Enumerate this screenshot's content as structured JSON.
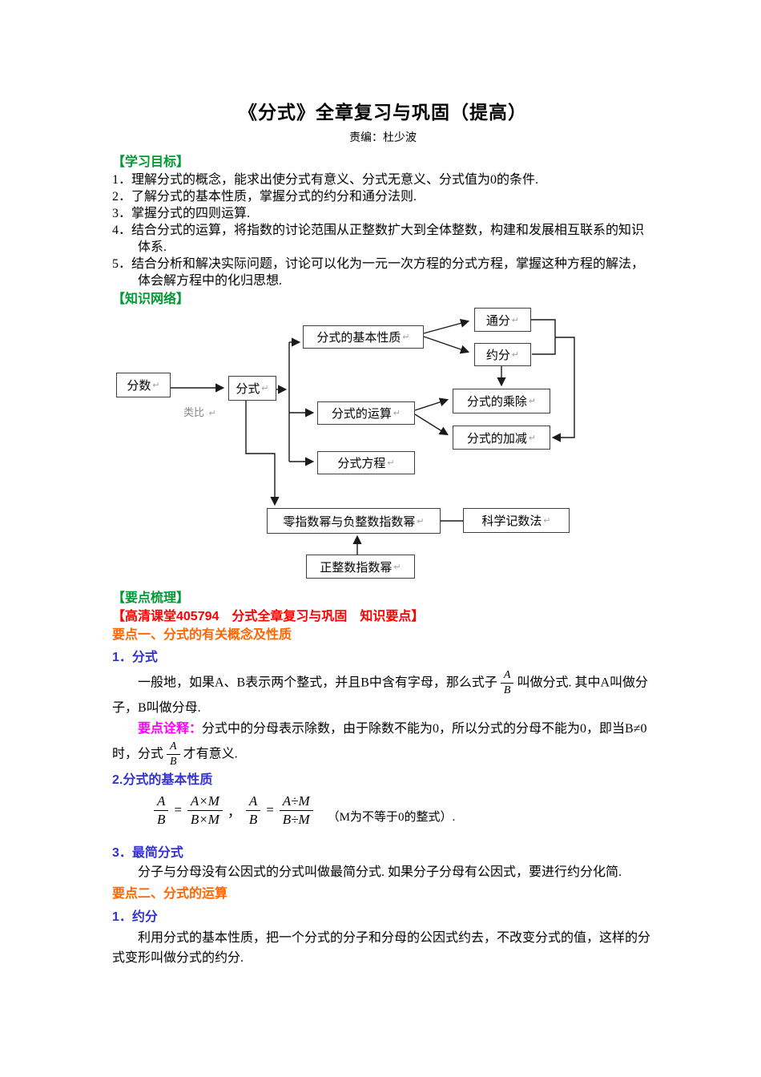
{
  "page": {
    "title": "《分式》全章复习与巩固（提高）",
    "byline": "责编：杜少波"
  },
  "headings": {
    "objectives": "【学习目标】",
    "network": "【知识网络】",
    "outline": "【要点梳理】",
    "hd_class": "【高清课堂405794　分式全章复习与巩固　知识要点】",
    "point1": "要点一、分式的有关概念及性质",
    "point1_sub1": "1．分式",
    "point1_sub2": "2.分式的基本性质",
    "point1_sub3": "3．最简分式",
    "point2": "要点二、分式的运算",
    "point2_sub1": "1．约分"
  },
  "objectives": {
    "items": [
      "1．理解分式的概念，能求出使分式有意义、分式无意义、分式值为0的条件.",
      "2．了解分式的基本性质，掌握分式的约分和通分法则.",
      "3．掌握分式的四则运算.",
      "4．结合分式的运算，将指数的讨论范围从正整数扩大到全体整数，构建和发展相互联系的知识体系.",
      "5．结合分析和解决实际问题，讨论可以化为一元一次方程的分式方程，掌握这种方程的解法，体会解方程中的化归思想."
    ]
  },
  "diagram": {
    "analogy": "类比",
    "return_mark": "↵",
    "nodes": {
      "fenshu": "分数",
      "fenshi": "分式",
      "basic": "分式的基本性质",
      "tongfen": "通分",
      "yuefen": "约分",
      "yunsuan": "分式的运算",
      "chengchu": "分式的乘除",
      "jiajian": "分式的加减",
      "fangcheng": "分式方程",
      "zhishumi": "零指数幂与负整数指数幂",
      "kexue": "科学记数法",
      "zhengzhengshu": "正整数指数幂"
    }
  },
  "concept": {
    "p1_before": "一般地，如果A、B表示两个整式，并且B中含有字母，那么式子",
    "p1_after": "叫做分式. 其中A叫做分子，B叫做分母.",
    "annotation_label": "要点诠释：",
    "annotation_line1": "分式中的分母表示除数，由于除数不能为0，所以分式的分母不能为0，即",
    "annotation_line2_before": "当B≠0时，分式",
    "annotation_line2_after": "才有意义."
  },
  "math": {
    "AB": {
      "num": "A",
      "den": "B"
    },
    "mulM": {
      "num": "A×M",
      "den": "B×M"
    },
    "divM": {
      "num": "A÷M",
      "den": "B÷M"
    },
    "equals": "=",
    "comma": "，",
    "note": "（M为不等于0的整式）."
  },
  "simplest": {
    "p": "分子与分母没有公因式的分式叫做最简分式. 如果分子分母有公因式，要进行约分化简."
  },
  "reduction": {
    "p": "利用分式的基本性质，把一个分式的分子和分母的公因式约去，不改变分式的值，这样的分式变形叫做分式的约分."
  },
  "colors": {
    "heading_green": "#009933",
    "heading_red": "#ff0000",
    "heading_orange": "#ff6600",
    "heading_blue": "#3333cc",
    "annotation_magenta": "#ff00ff"
  }
}
